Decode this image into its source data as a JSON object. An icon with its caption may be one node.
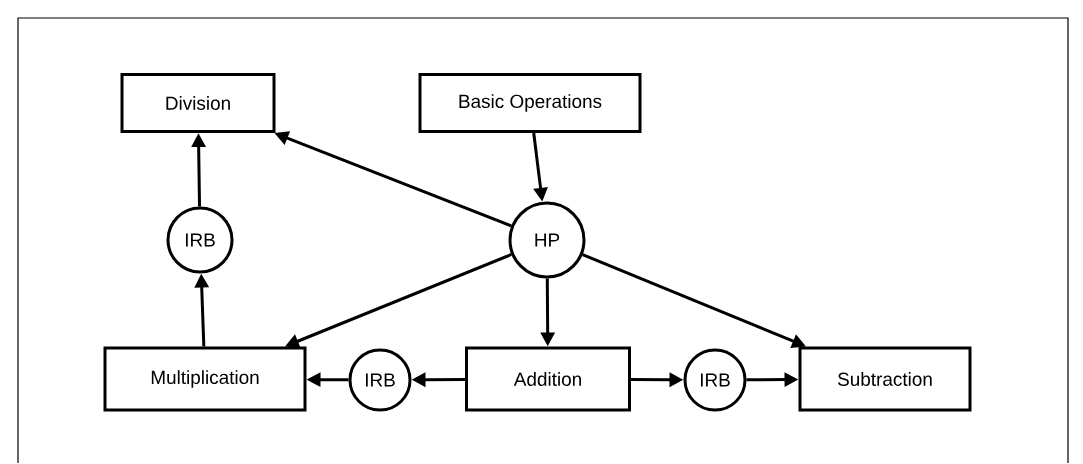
{
  "diagram": {
    "nodes": [
      {
        "text": [
          "Division"
        ]
      },
      {
        "text": [
          "Basic Operations"
        ]
      },
      {
        "text": [
          "IRB"
        ]
      },
      {
        "text": [
          "HP"
        ]
      },
      {
        "text": [
          "Multiplication"
        ]
      },
      {
        "text": [
          "IRB"
        ]
      },
      {
        "text": [
          "Addition"
        ]
      },
      {
        "text": [
          "IRB"
        ]
      },
      {
        "text": [
          "Subtraction"
        ]
      }
    ],
    "edges": [
      {
        "from": 1,
        "to": 3,
        "arrow": "to"
      },
      {
        "from": 3,
        "to": 0,
        "arrow": "to"
      },
      {
        "from": 3,
        "to": 4,
        "arrow": "to"
      },
      {
        "from": 3,
        "to": 6,
        "arrow": "to"
      },
      {
        "from": 3,
        "to": 8,
        "arrow": "to"
      },
      {
        "from": 4,
        "to": 2,
        "arrow": "to"
      },
      {
        "from": 2,
        "to": 0,
        "arrow": "to"
      },
      {
        "from": 6,
        "to": 5,
        "arrow": "to"
      },
      {
        "from": 5,
        "to": 4,
        "arrow": "to"
      },
      {
        "from": 6,
        "to": 7,
        "arrow": "to"
      },
      {
        "from": 7,
        "to": 8,
        "arrow": "to"
      }
    ]
  }
}
